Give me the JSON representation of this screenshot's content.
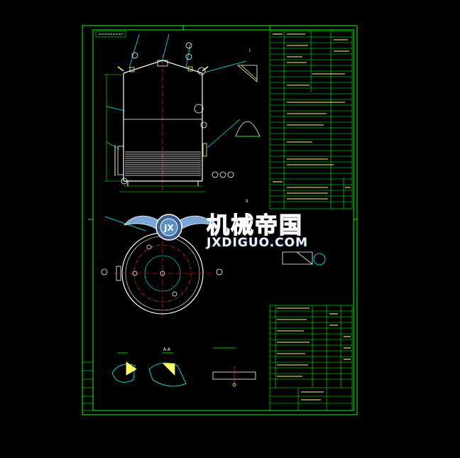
{
  "watermark": {
    "title_cn": "机械帝国",
    "title_en": "JXDIGUO.COM",
    "logo_letters": "JX"
  },
  "drawing": {
    "view_labels": {
      "detail_1": "I",
      "detail_2": "II",
      "section": "A-A"
    }
  },
  "colors": {
    "background": "#000000",
    "frame": "#00ff00",
    "geometry": "#ffffff",
    "centerline": "#ff3030",
    "leader": "#00ffff",
    "text": "#ffff66",
    "watermark_blue": "#5a8fc8"
  }
}
